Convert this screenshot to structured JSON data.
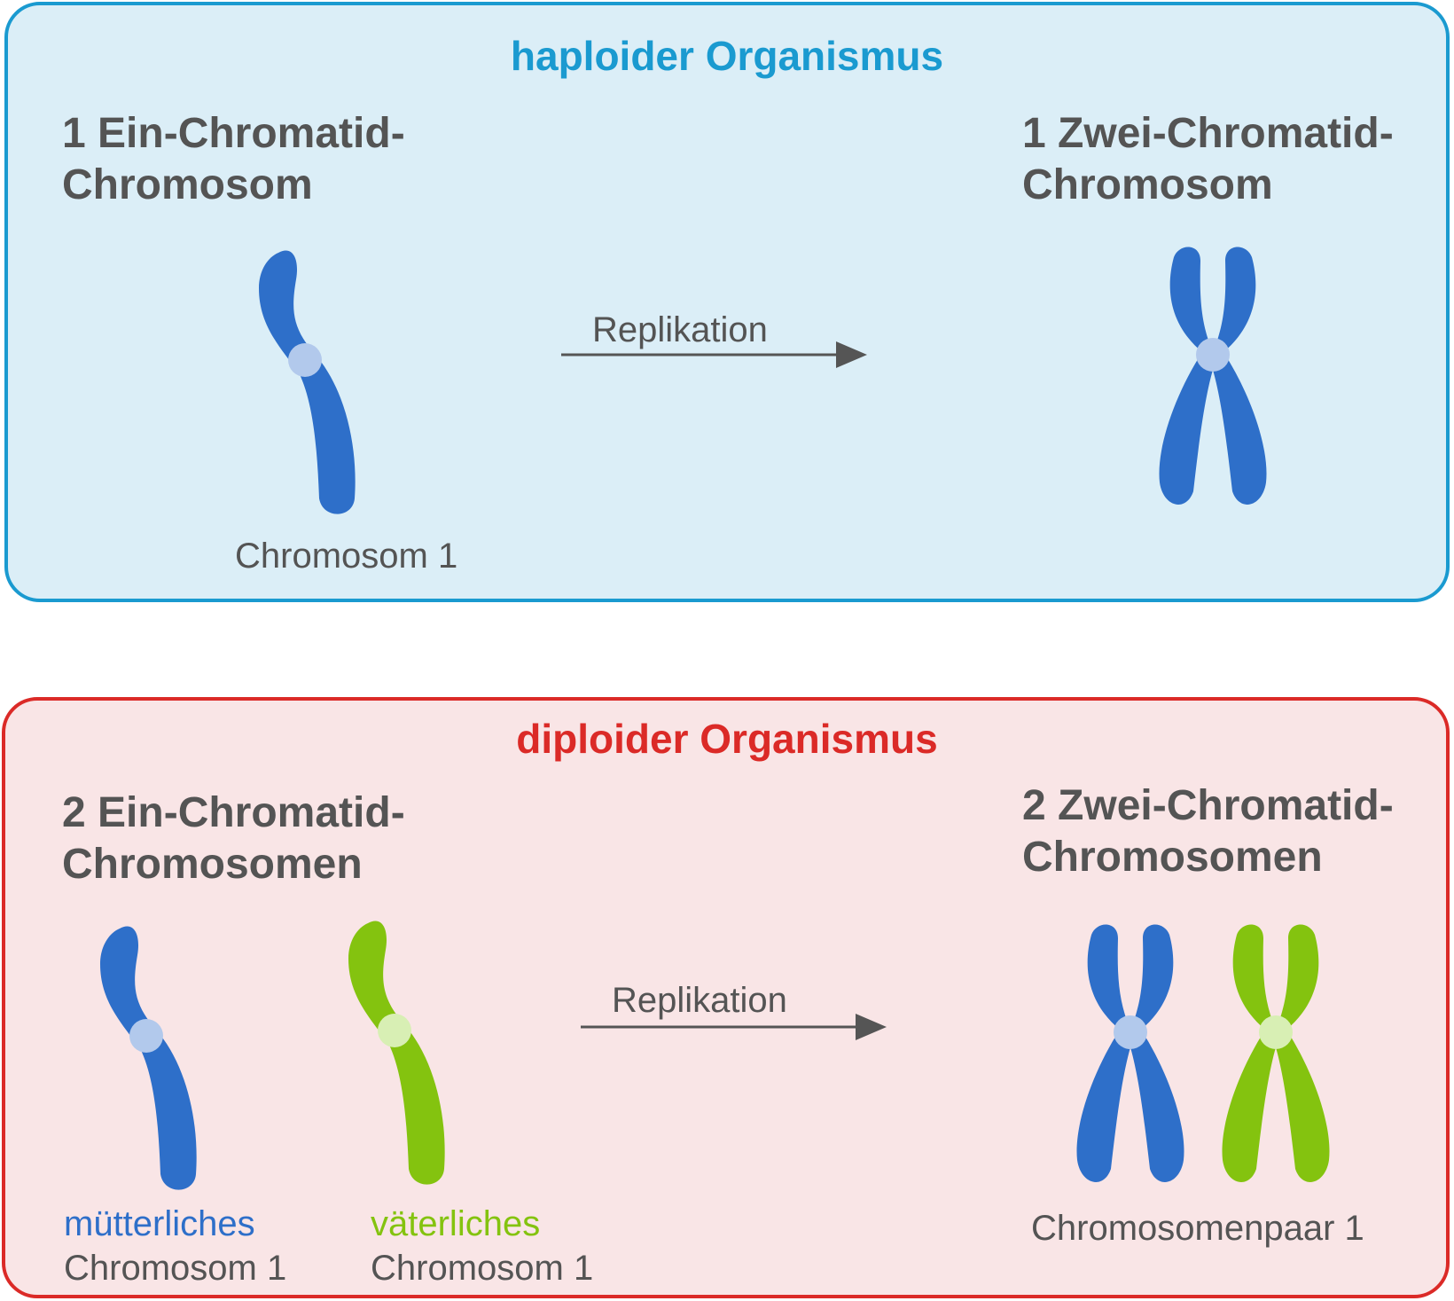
{
  "colors": {
    "blue": "#2e6fc9",
    "blue_centromere": "#b2c9ec",
    "green": "#84c30f",
    "green_centromere": "#d8efb4",
    "haploid_border": "#1a9ad0",
    "haploid_bg": "#dbeef7",
    "diploid_border": "#db2a27",
    "diploid_bg": "#f9e5e6",
    "text": "#545454",
    "arrow": "#555555"
  },
  "haploid": {
    "title": "haploider Organismus",
    "left_heading": [
      "1 Ein-Chromatid-",
      "Chromosom"
    ],
    "right_heading": [
      "1 Zwei-Chromatid-",
      "Chromosom"
    ],
    "arrow_label": "Replikation",
    "chromosome_label": "Chromosom 1"
  },
  "diploid": {
    "title": "diploider Organismus",
    "left_heading": [
      "2 Ein-Chromatid-",
      "Chromosomen"
    ],
    "right_heading": [
      "2 Zwei-Chromatid-",
      "Chromosomen"
    ],
    "arrow_label": "Replikation",
    "maternal_label": [
      "mütterliches",
      "Chromosom 1"
    ],
    "paternal_label": [
      "väterliches",
      "Chromosom 1"
    ],
    "pair_label": "Chromosomenpaar 1"
  }
}
